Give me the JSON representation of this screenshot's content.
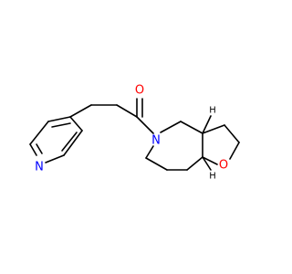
{
  "molecule": {
    "atoms": {
      "carbonyl_oxygen": {
        "symbol": "O",
        "color": "#ff0000"
      },
      "amide_nitrogen": {
        "symbol": "N",
        "color": "#0000ff"
      },
      "pyridine_nitrogen": {
        "symbol": "N",
        "color": "#0000ff"
      },
      "ring_oxygen": {
        "symbol": "O",
        "color": "#ff0000"
      },
      "stereo_h_top": {
        "symbol": "H",
        "color": "#000000"
      },
      "stereo_h_bottom": {
        "symbol": "H",
        "color": "#000000"
      }
    },
    "colors": {
      "bond": "#000000",
      "background": "#ffffff"
    }
  }
}
